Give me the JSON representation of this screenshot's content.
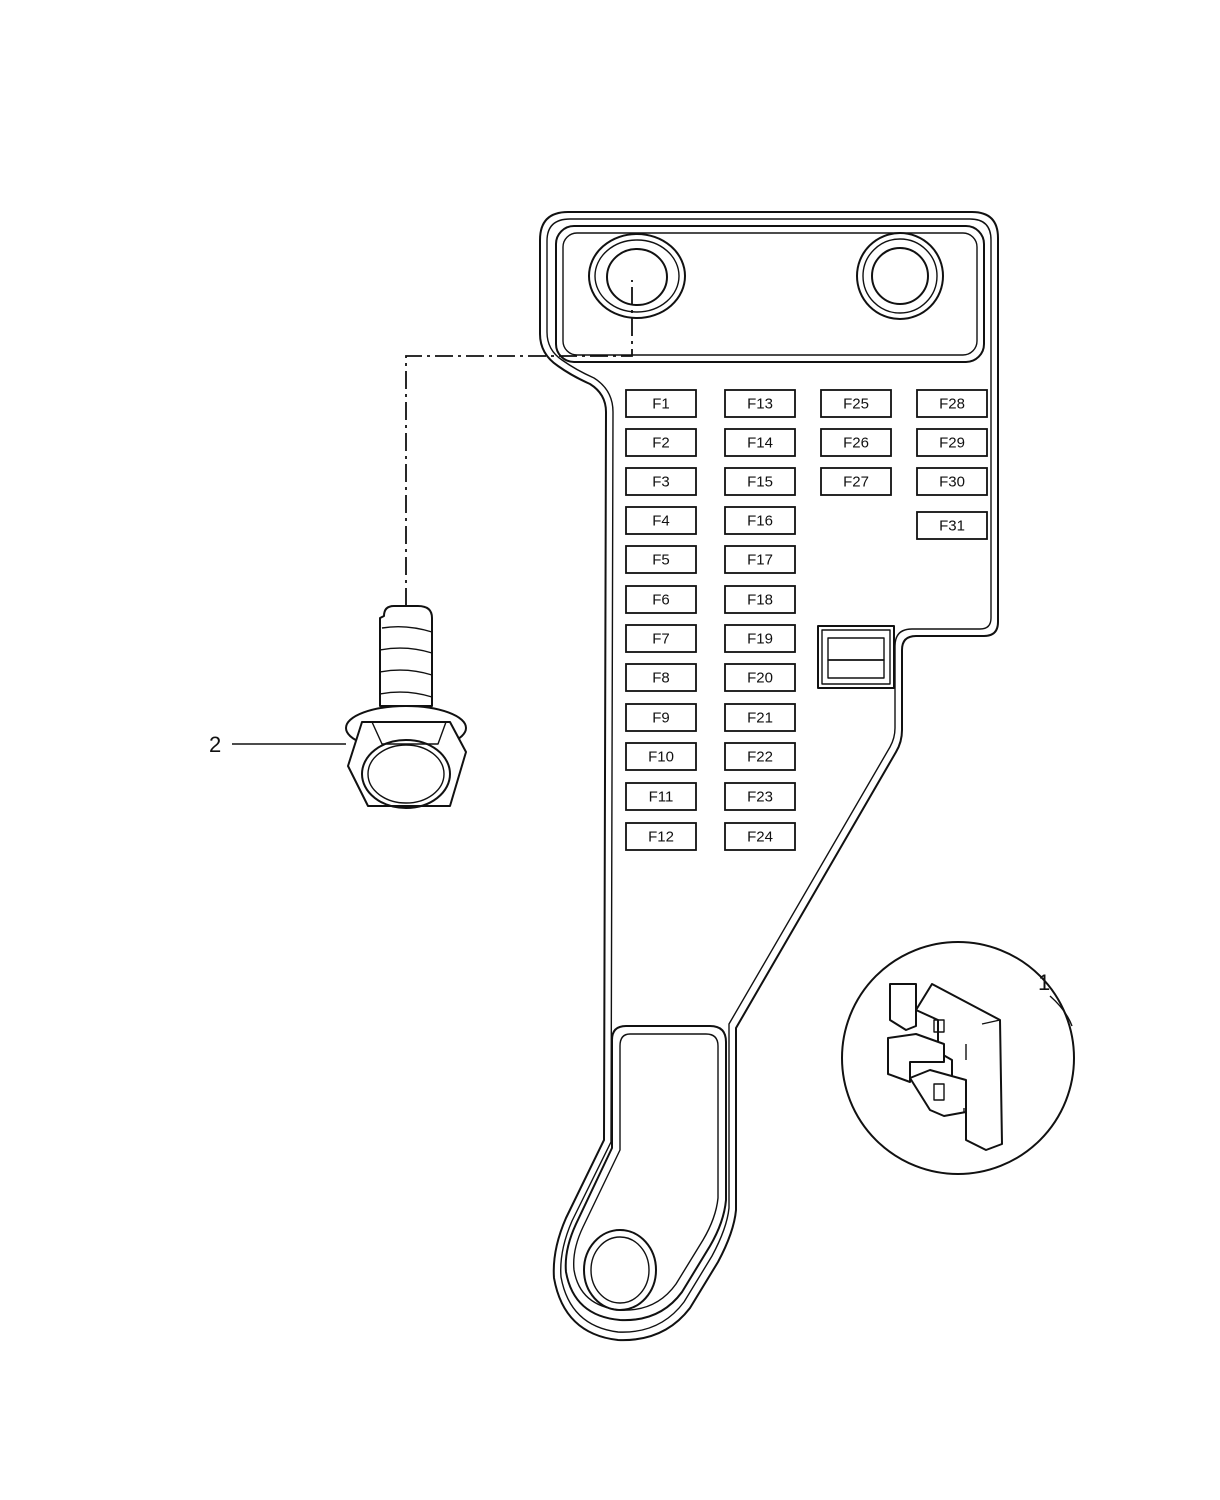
{
  "callouts": {
    "fuse": "1",
    "bolt": "2"
  },
  "fuses": {
    "col1": [
      "F1",
      "F2",
      "F3",
      "F4",
      "F5",
      "F6",
      "F7",
      "F8",
      "F9",
      "F10",
      "F11",
      "F12"
    ],
    "col2": [
      "F13",
      "F14",
      "F15",
      "F16",
      "F17",
      "F18",
      "F19",
      "F20",
      "F21",
      "F22",
      "F23",
      "F24"
    ],
    "col3": [
      "F25",
      "F26",
      "F27"
    ],
    "col4": [
      "F28",
      "F29",
      "F30",
      "F31"
    ]
  }
}
